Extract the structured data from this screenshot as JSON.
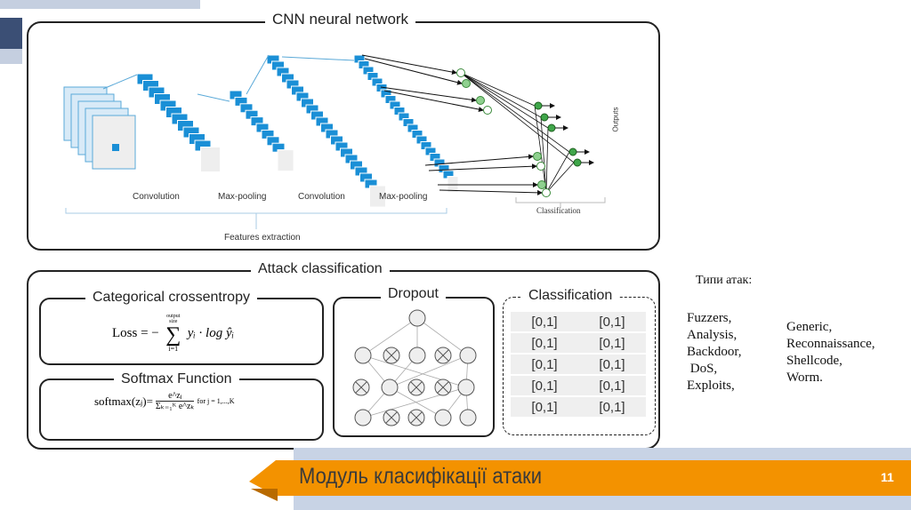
{
  "cnn": {
    "title": "CNN neural network",
    "stages": [
      "Convolution",
      "Max-pooling",
      "Convolution",
      "Max-pooling"
    ],
    "features_label": "Features extraction",
    "classification_label": "Classification",
    "outputs_label": "Outputs",
    "colors": {
      "map": "#1a8fd6",
      "node": "#3fa64a"
    }
  },
  "attack": {
    "title": "Attack classification",
    "crossentropy": {
      "title": "Categorical crossentropy",
      "formula_lhs": "Loss = −",
      "sum_top": "output size",
      "sum_bottom": "i=1",
      "formula_rhs": "yᵢ · log ŷᵢ"
    },
    "softmax": {
      "title": "Softmax Function",
      "lhs": "softmax(zⱼ)=",
      "numerator": "e^zⱼ",
      "denominator": "Σₖ₌₁ᴷ e^zₖ",
      "condition": "for j = 1,...,K"
    },
    "dropout": {
      "title": "Dropout"
    },
    "classification": {
      "title": "Classification",
      "rows": [
        [
          "[0,1]",
          "[0,1]"
        ],
        [
          "[0,1]",
          "[0,1]"
        ],
        [
          "[0,1]",
          "[0,1]"
        ],
        [
          "[0,1]",
          "[0,1]"
        ],
        [
          "[0,1]",
          "[0,1]"
        ]
      ]
    }
  },
  "types": {
    "heading": "Типи атак:",
    "left": [
      "Fuzzers,",
      "Analysis,",
      "Backdoor,",
      " DoS,",
      "Exploits,"
    ],
    "right": [
      "Generic,",
      "Reconnaissance,",
      "Shellcode,",
      "Worm."
    ]
  },
  "footer": {
    "title": "Модуль класифікації атаки",
    "page": "11",
    "accent": "#f39200"
  }
}
